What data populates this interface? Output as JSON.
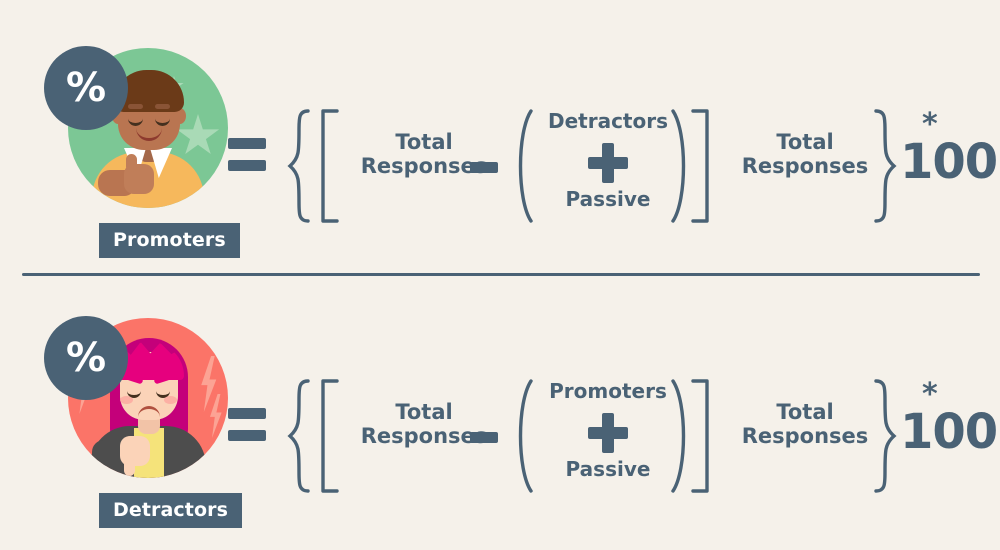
{
  "theme": {
    "background": "#f5f1ea",
    "ink": "#4a6275",
    "promoter_circle": "#7cc795",
    "promoter_star": "#a9dab6",
    "detractor_circle": "#fb7468",
    "detractor_bolt": "#fca394",
    "badge_text": "#ffffff"
  },
  "rows": [
    {
      "id": "promoters",
      "badge_symbol": "%",
      "badge_icon_name": "percent-badge",
      "nameplate": "Promoters",
      "avatar_icon_name": "smiling-man-thumbs-up-avatar",
      "formula": {
        "equals": "=",
        "numerator_left": "Total\nResponses",
        "minus": "−",
        "group_top": "Detractors",
        "plus": "+",
        "group_bottom": "Passive",
        "denominator": "Total\nResponses",
        "multiplier_symbol": "*",
        "multiplier_value": "100"
      }
    },
    {
      "id": "detractors",
      "badge_symbol": "%",
      "badge_icon_name": "percent-badge",
      "nameplate": "Detractors",
      "avatar_icon_name": "angry-woman-thumbs-down-avatar",
      "formula": {
        "equals": "=",
        "numerator_left": "Total\nResponses",
        "minus": "−",
        "group_top": "Promoters",
        "plus": "+",
        "group_bottom": "Passive",
        "denominator": "Total\nResponses",
        "multiplier_symbol": "*",
        "multiplier_value": "100"
      }
    }
  ]
}
